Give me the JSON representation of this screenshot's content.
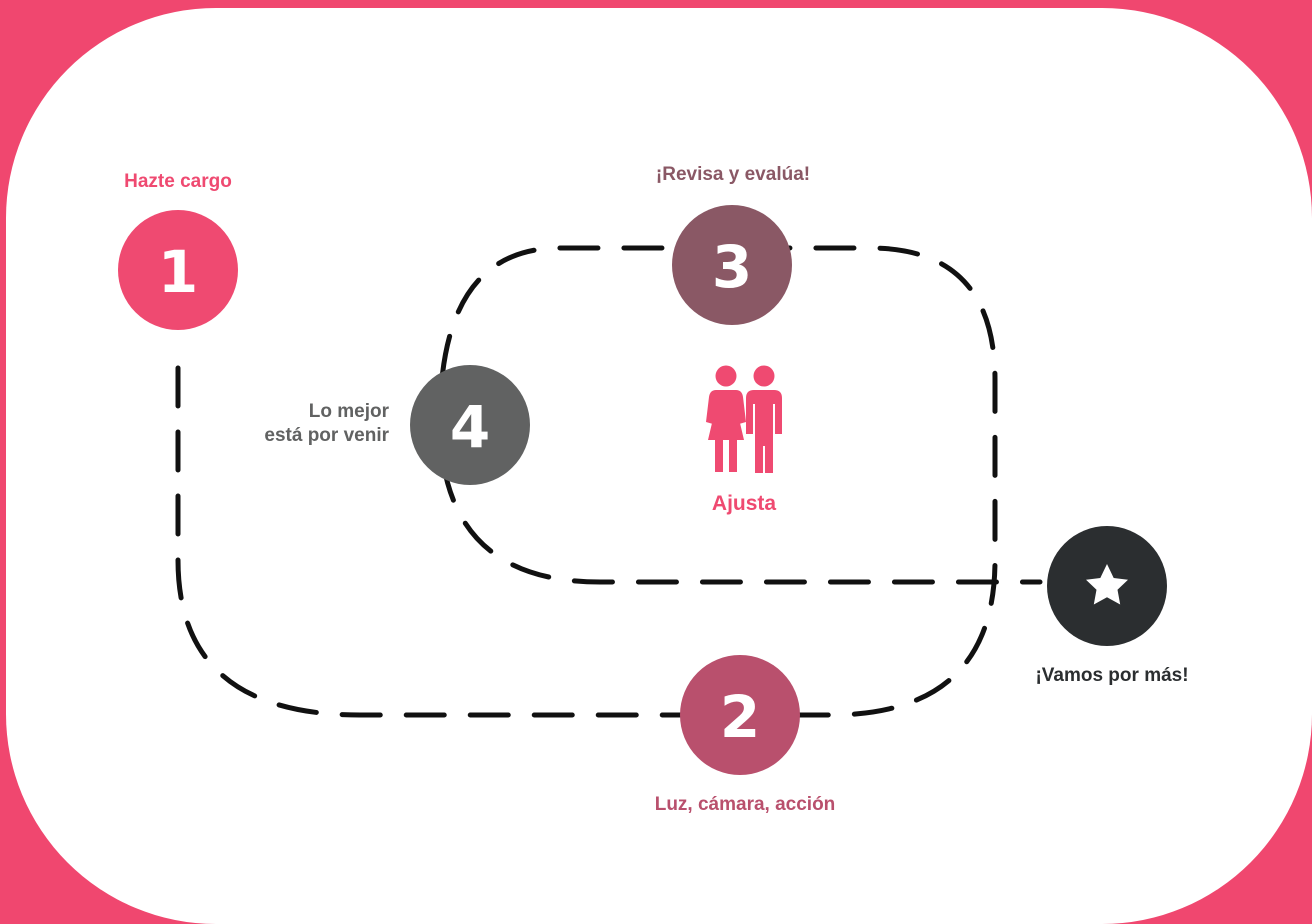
{
  "steps": [
    {
      "number": "1",
      "label": "Hazte cargo",
      "color": "#ef4a71"
    },
    {
      "number": "2",
      "label": "Luz, cámara, acción",
      "color": "#b9506d"
    },
    {
      "number": "3",
      "label": "¡Revisa y evalúa!",
      "color": "#8a5865"
    },
    {
      "number": "4",
      "label_line1": "Lo mejor",
      "label_line2": "está por venir",
      "color": "#616262"
    }
  ],
  "center": {
    "label": "Ajusta",
    "icon": "couple-icon",
    "color": "#ef4a71"
  },
  "goal": {
    "label": "¡Vamos por más!",
    "icon": "star-icon",
    "color": "#2b2e30"
  },
  "colors": {
    "background": "#f0476f",
    "card": "#ffffff",
    "path": "#111111",
    "label_pink": "#ef4a71",
    "label_grey": "#616262"
  }
}
